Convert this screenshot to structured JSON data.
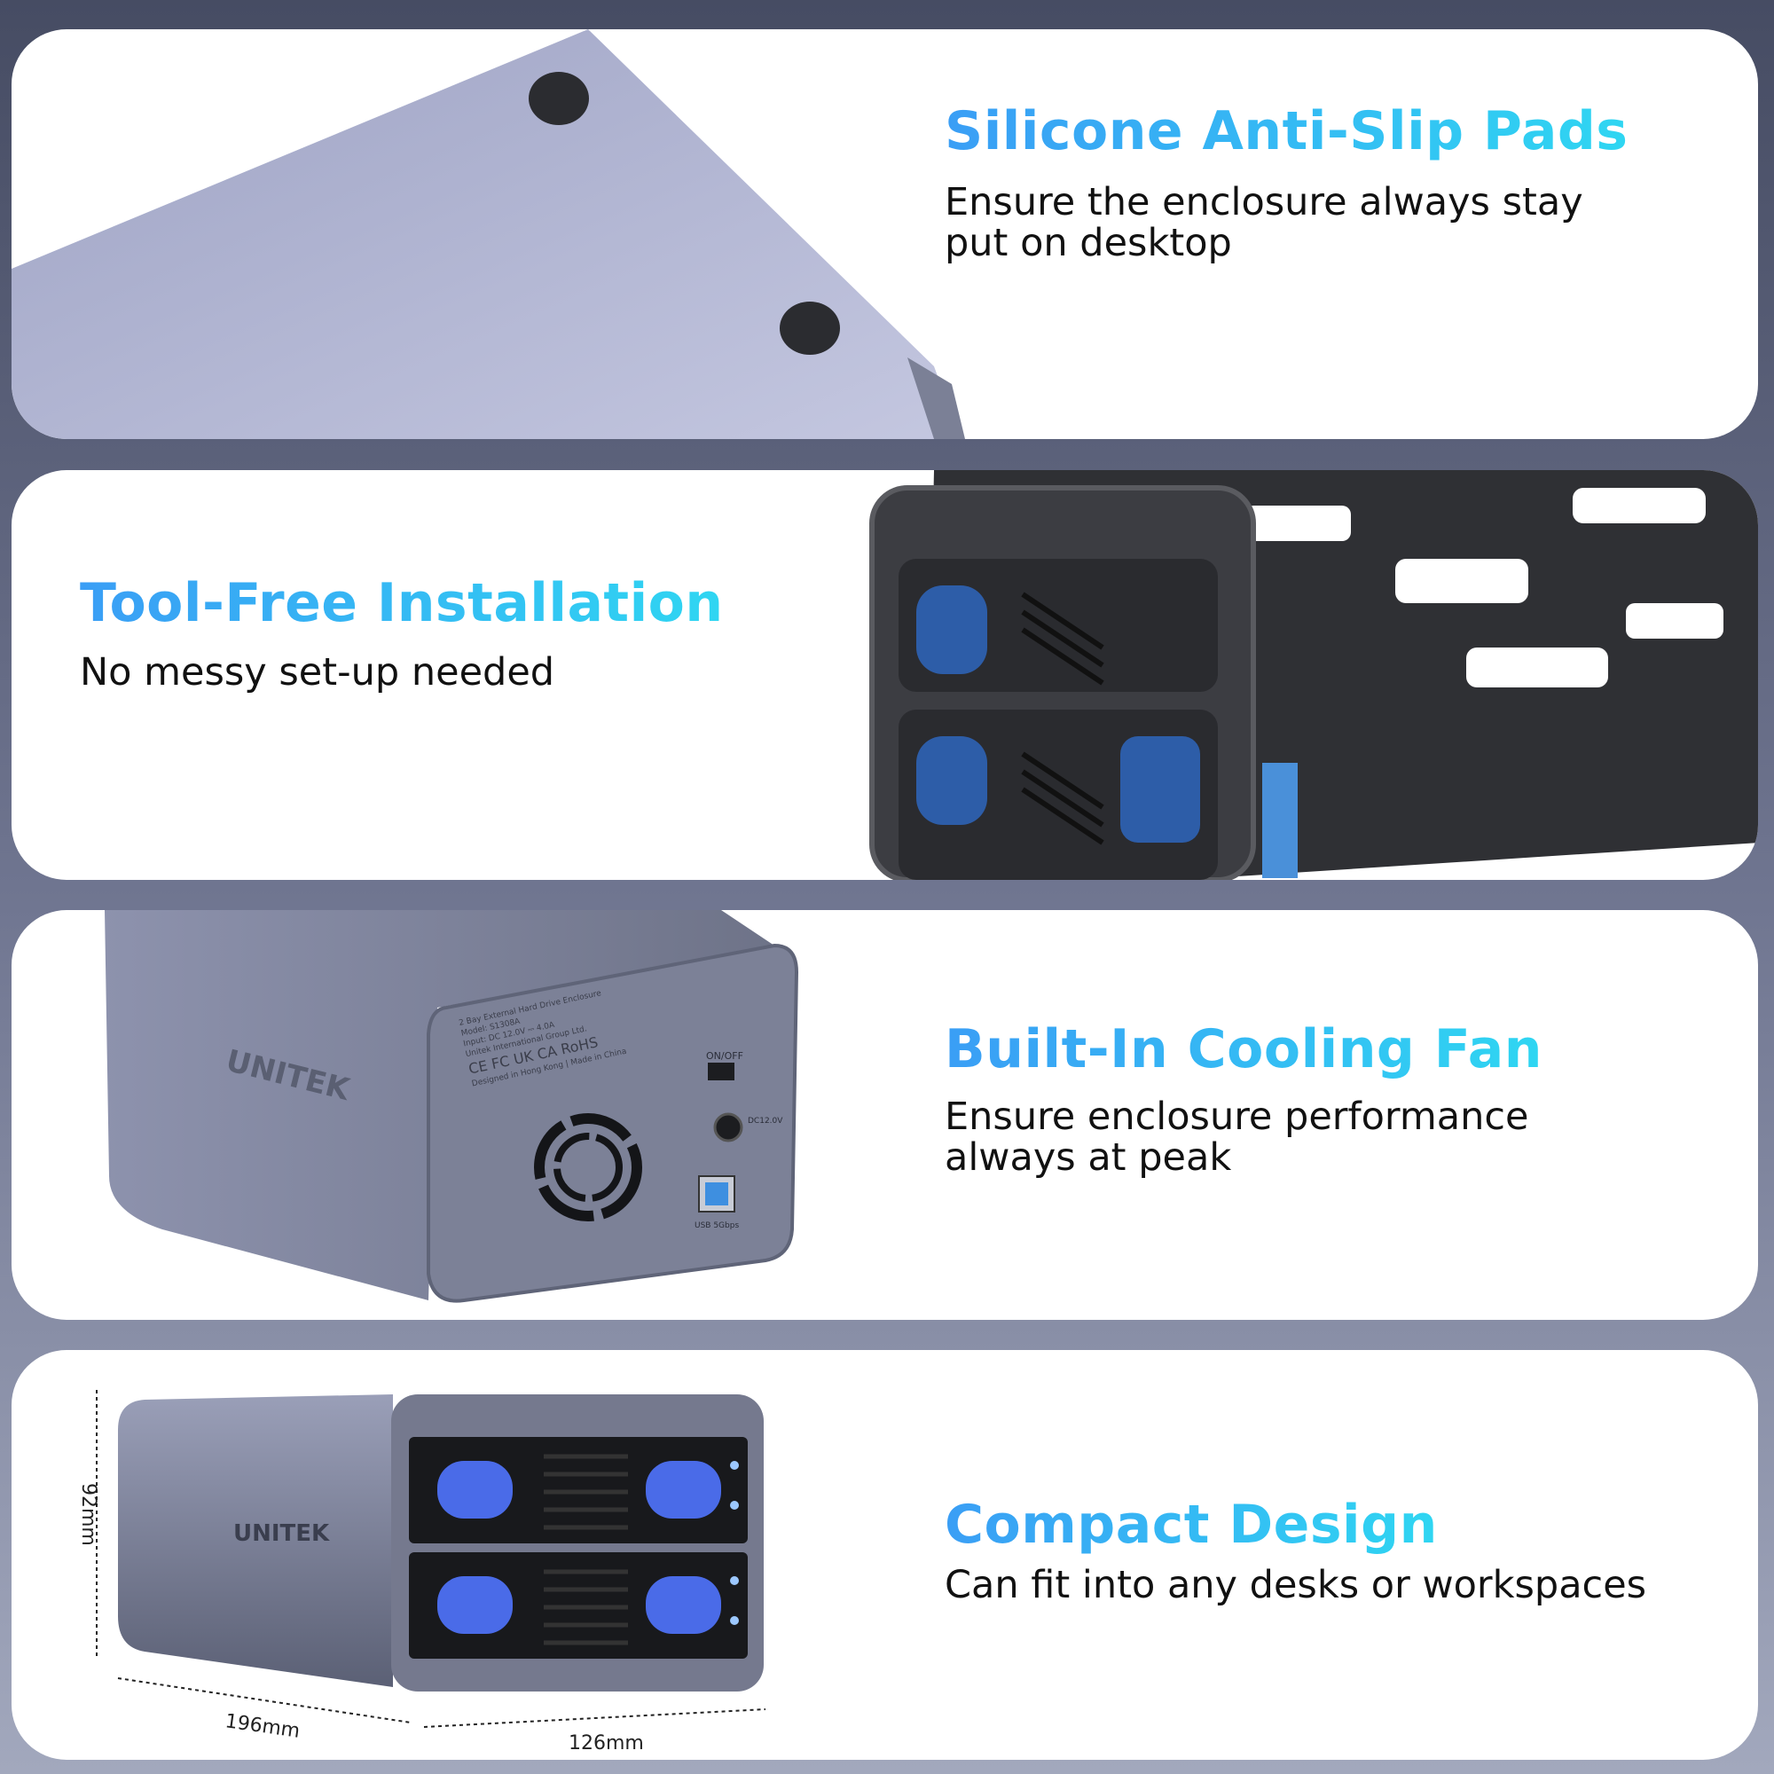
{
  "colors": {
    "title_gradient_start": "#3a9ef5",
    "title_gradient_end": "#2fd6f2",
    "card": "#ffffff",
    "background_top": "#464c63",
    "background_bottom": "#a2a8bd"
  },
  "features": [
    {
      "title": "Silicone Anti-Slip Pads",
      "description": "Ensure the enclosure always stay\nput on desktop"
    },
    {
      "title": "Tool-Free Installation",
      "description": "No messy set-up needed"
    },
    {
      "title": "Built-In Cooling Fan",
      "description": "Ensure enclosure performance\nalways at peak"
    },
    {
      "title": "Compact Design",
      "description": "Can fit into any desks or workspaces"
    }
  ],
  "product": {
    "brand": "UNITEK",
    "label_lines": [
      "2 Bay External Hard Drive Enclosure",
      "Model: S1308A",
      "Input: DC 12.0V ⎓ 4.0A",
      "Unitek International Group Ltd.",
      "Designed in Hong Kong | Made in China"
    ],
    "switch_label": "ON/OFF",
    "dc_label": "DC12.0V",
    "usb_label": "USB 5Gbps",
    "certifications": "CE FC UK CA RoHS"
  },
  "dimensions": {
    "height": "92mm",
    "depth": "196mm",
    "width": "126mm"
  }
}
